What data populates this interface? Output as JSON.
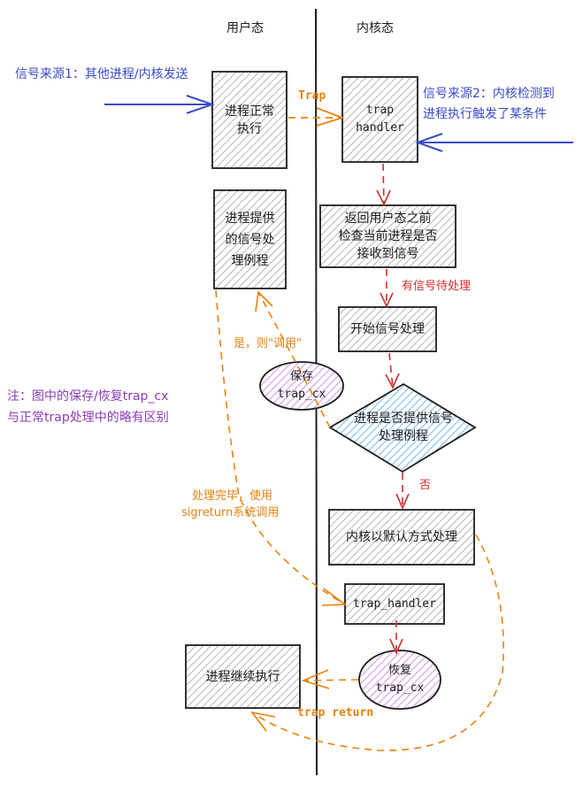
{
  "lanes": {
    "user": "用户态",
    "kernel": "内核态"
  },
  "annotations": {
    "source1": "信号来源1：其他进程/内核发送",
    "source2_line1": "信号来源2：内核检测到",
    "source2_line2": "进程执行触发了某条件",
    "note_line1": "注：图中的保存/恢复trap_cx",
    "note_line2": "与正常trap处理中的略有区别"
  },
  "nodes": {
    "process_running": "进程正常\n执行",
    "trap_handler_top": "trap\nhandler",
    "check_signal": "返回用户态之前\n检查当前进程是否\n接收到信号",
    "start_signal": "开始信号处理",
    "user_handler": "进程提供\n的信号处\n理例程",
    "save_cx": "保存\ntrap_cx",
    "decision": "进程是否提供信号\n处理例程",
    "kernel_default": "内核以默认方式处理",
    "trap_handler_bottom": "trap_handler",
    "restore_cx": "恢复\ntrap_cx",
    "process_continue": "进程继续执行"
  },
  "edge_labels": {
    "trap": "Trap",
    "has_signal": "有信号待处理",
    "yes_call": "是，则\"调用\"",
    "no": "否",
    "sigreturn_line1": "处理完毕，使用",
    "sigreturn_line2": "sigreturn系统调用",
    "trap_return": "trap return"
  },
  "colors": {
    "source_arrow": "#3b4bc8",
    "flow_kernel": "#d12f2f",
    "flow_cross": "#e8820c",
    "note": "#8c3cb8",
    "box_hatch": "#bdbdbd",
    "ellipse_hatch": "#d7a6ec",
    "diamond_hatch": "#8fc3ee"
  }
}
